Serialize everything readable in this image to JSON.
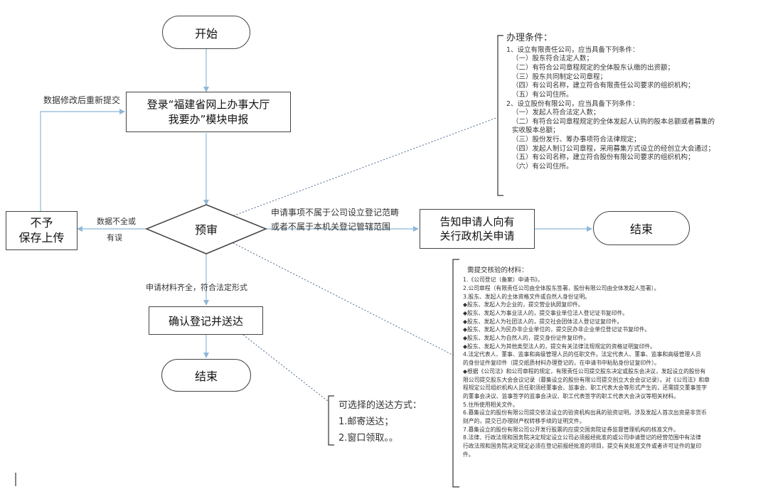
{
  "nodes": {
    "start": "开始",
    "login_line1": "登录“福建省网上办事大厅",
    "login_line2": "我要办”模块申报",
    "reject_line1": "不予",
    "reject_line2": "保存上传",
    "review": "预审",
    "notify_line1": "告知申请人向有",
    "notify_line2": "关行政机关申请",
    "end_right": "结束",
    "confirm": "确认登记并送达",
    "end_bottom": "结束"
  },
  "edge_labels": {
    "resubmit": "数据修改后重新提交",
    "incomplete_line1": "数据不全或",
    "incomplete_line2": "有误",
    "outside_line1": "申请事项不属于公司设立登记范畴",
    "outside_line2": "或者不属于本机关登记管辖范围",
    "complete": "申请材料齐全，符合法定形式"
  },
  "conditions": {
    "title": "办理条件：",
    "lines": [
      "1、设立有限责任公司，应当具备下列条件：",
      "（一）股东符合法定人数；",
      "（二）有符合公司章程规定的全体股东认缴的出资额；",
      "（三）股东共同制定公司章程；",
      "（四）有公司名称，建立符合有限责任公司要求的组织机构；",
      "（五）有公司住所。",
      "2、设立股份有限公司，应当具备下列条件：",
      "（一）发起人符合法定人数；",
      "（二）有符合公司章程规定的全体发起人认购的股本总额或者募集的",
      "实收股本总额；",
      "（三）股份发行、筹办事项符合法律规定；",
      "（四）发起人制订公司章程，采用募集方式设立的经创立大会通过；",
      "（五）有公司名称，建立符合股份有限公司要求的组织机构；",
      "（六）有公司住所。"
    ]
  },
  "materials": {
    "title": "需提交核验的材料：",
    "lines": [
      "1.《公司登记（备案）申请书》。",
      "2.公司章程（有限责任公司由全体股东签署，股份有限公司由全体发起人签署）。",
      "3.股东、发起人的主体资格文件或自然人身份证明。",
      "◆股东、发起人为企业的，提交营业执照复印件。",
      "◆股东、发起人为事业法人的，提交事业单位法人登记证书复印件。",
      "◆股东、发起人为社团法人的，提交社会团体法人登记证复印件。",
      "◆股东、发起人为民办非企业单位的，提交民办非企业单位登记证书复印件。",
      "◆股东、发起人为自然人的，提交身份证件复印件。",
      "◆股东、发起人为其他类型法人的，提交有关法律法规规定的资格证明复印件。",
      "4.法定代表人、董事、监事和高级管理人员的任职文件。法定代表人、董事、监事和高级管理人员",
      "的身份证件复印件（提交纸质材料办理登记的，在申请书中粘贴身份证复印件）。",
      "◆根据《公司法》和公司章程的规定，有限责任公司提交股东决定或股东会决议，发起设立的股份有",
      "限公司提交股东大会会议记录（募集设立的股份有限公司提交创立大会会议记录）。对《公司法》和章",
      "程规定公司组织机构人员任职须经董事会、监事会、职工代表大会等形式产生的，还需提交董事签字",
      "的董事会决议、监事签字的监事会决议、职工代表签字的职工代表大会决议等相关材料。",
      "5.住所使用相关文件。",
      "6.募集设立的股份有限公司提交依法设立的验资机构出具的验资证明。涉及发起人首次出资是非货币",
      "财产的，提交已办理财产权转移手续的证明文件。",
      "7.募集设立的股份有限公司公开发行股票的应提交国务院证券监督管理机构的核准文件。",
      "8.法律、行政法规和国务院决定规定设立公司必须报经批准的或公司申请登记的经营范围中有法律",
      "行政法规和国务院决定规定必须在登记前报经批准的项目，提交有关批准文件或者许可证件的复印",
      "件。"
    ]
  },
  "delivery": {
    "title": "可选择的送达方式：",
    "items": [
      "1.邮寄送达；",
      "2.窗口领取。。"
    ]
  },
  "colors": {
    "arrow": "#9ec3de",
    "dotted": "#4a6a90",
    "border": "#444444"
  }
}
